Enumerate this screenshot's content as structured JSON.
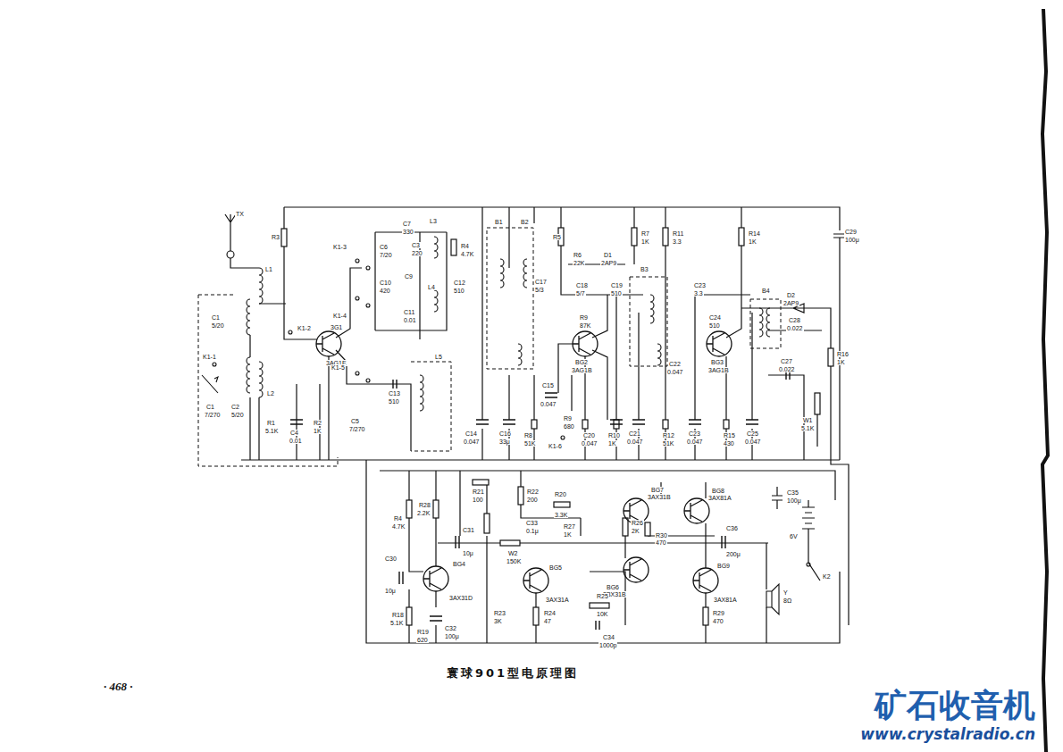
{
  "diagram": {
    "caption": "寰球901型电原理图",
    "labels": [
      "TX",
      "L1",
      "C1",
      "5/20",
      "K1-2",
      "K1-1",
      "L2",
      "C1",
      "7/270",
      "C2",
      "5/20",
      "3G1",
      "3AG1E",
      "R3",
      "K1-3",
      "C7",
      "330",
      "C6",
      "7/20",
      "C3",
      "220",
      "L3",
      "R4",
      "4.7K",
      "C12",
      "510",
      "C10",
      "420",
      "C9",
      "L4",
      "C11",
      "0.01",
      "K1-4",
      "K1-5",
      "C13",
      "510",
      "L5",
      "C5",
      "7/270",
      "R1",
      "5.1K",
      "C4",
      "0.01",
      "R2",
      "1K",
      "B1",
      "B2",
      "R5",
      "C17",
      "5/3",
      "R6",
      "22K",
      "D1",
      "2AP9",
      "R7",
      "1K",
      "C18",
      "5/7",
      "C19",
      "510",
      "R9",
      "87K",
      "B3",
      "BG2",
      "3AG1B",
      "C15",
      "0.047",
      "C14",
      "0.047",
      "C16",
      "33μ",
      "R8",
      "51K",
      "R9",
      "680",
      "C20",
      "0.047",
      "R10",
      "1K",
      "C21",
      "0.047",
      "K1-6",
      "R11",
      "3.3",
      "C23",
      "3.3",
      "C24",
      "510",
      "B4",
      "BG3",
      "3AG1B",
      "C22",
      "0.047",
      "R12",
      "51K",
      "C23",
      "0.047",
      "R15",
      "430",
      "C25",
      "0.047",
      "R14",
      "1K",
      "D2",
      "2AP9",
      "C28",
      "0.022",
      "C27",
      "0.022",
      "R16",
      "1K",
      "W1",
      "5.1K",
      "C29",
      "100μ",
      "R21",
      "100",
      "R22",
      "200",
      "R20",
      "3.3K",
      "C33",
      "0.1μ",
      "R27",
      "1K",
      "R26",
      "2K",
      "BG7",
      "3AX31B",
      "BG8",
      "3AX81A",
      "C35",
      "100μ",
      "6V",
      "R30",
      "470",
      "C36",
      "200μ",
      "R28",
      "2.2K",
      "R4",
      "4.7K",
      "C31",
      "10μ",
      "W2",
      "150K",
      "C30",
      "10μ",
      "BG4",
      "3AX31D",
      "BG5",
      "3AX31A",
      "BG6",
      "3BX31B",
      "BG9",
      "3AX81A",
      "Y",
      "8Ω",
      "K2",
      "R18",
      "5.1K",
      "R19",
      "620",
      "C32",
      "100μ",
      "R23",
      "3K",
      "R24",
      "47",
      "R25",
      "10K",
      "C34",
      "1000p",
      "R29",
      "470",
      "· 468 ·",
      "矿石收音机",
      "www.crystalradio.cn"
    ]
  }
}
